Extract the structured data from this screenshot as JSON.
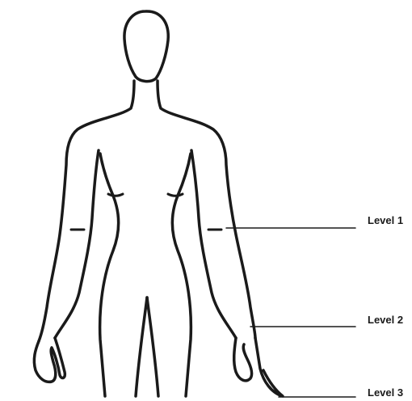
{
  "levels": [
    {
      "label": "Level 1"
    },
    {
      "label": "Level 2"
    },
    {
      "label": "Level 3"
    }
  ],
  "colors": {
    "outline": "#1a1a1a",
    "background": "#ffffff"
  },
  "figure": {
    "icon": "female-body-outline-icon"
  }
}
